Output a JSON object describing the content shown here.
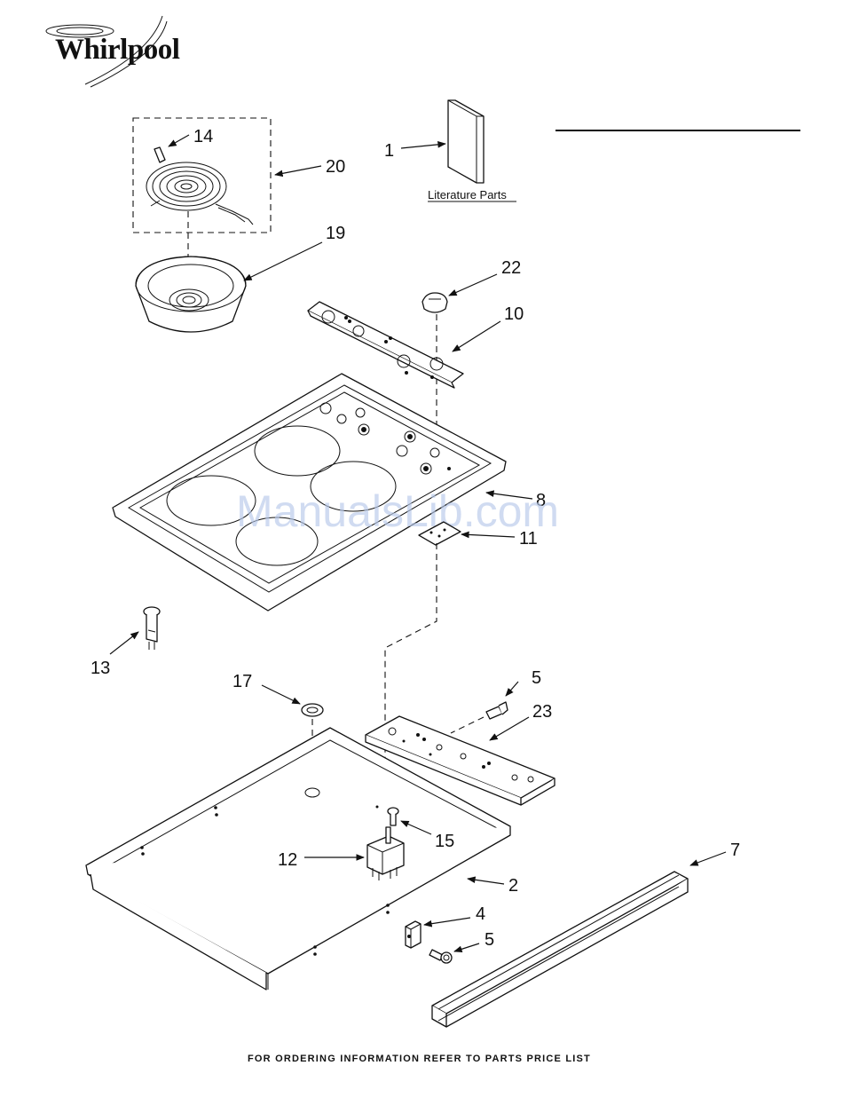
{
  "brand": {
    "name": "Whirlpool"
  },
  "header": {
    "literature_label": "Literature Parts"
  },
  "watermark": "ManualsLib.com",
  "footer": "FOR ORDERING INFORMATION REFER TO PARTS PRICE LIST",
  "callouts": {
    "c1": "1",
    "c2": "2",
    "c4": "4",
    "c5a": "5",
    "c5b": "5",
    "c7": "7",
    "c8": "8",
    "c10": "10",
    "c11": "11",
    "c12": "12",
    "c13": "13",
    "c14": "14",
    "c15": "15",
    "c17": "17",
    "c19": "19",
    "c20": "20",
    "c22": "22",
    "c23": "23"
  },
  "colors": {
    "line": "#111111",
    "watermark": "#b7c9ea"
  }
}
